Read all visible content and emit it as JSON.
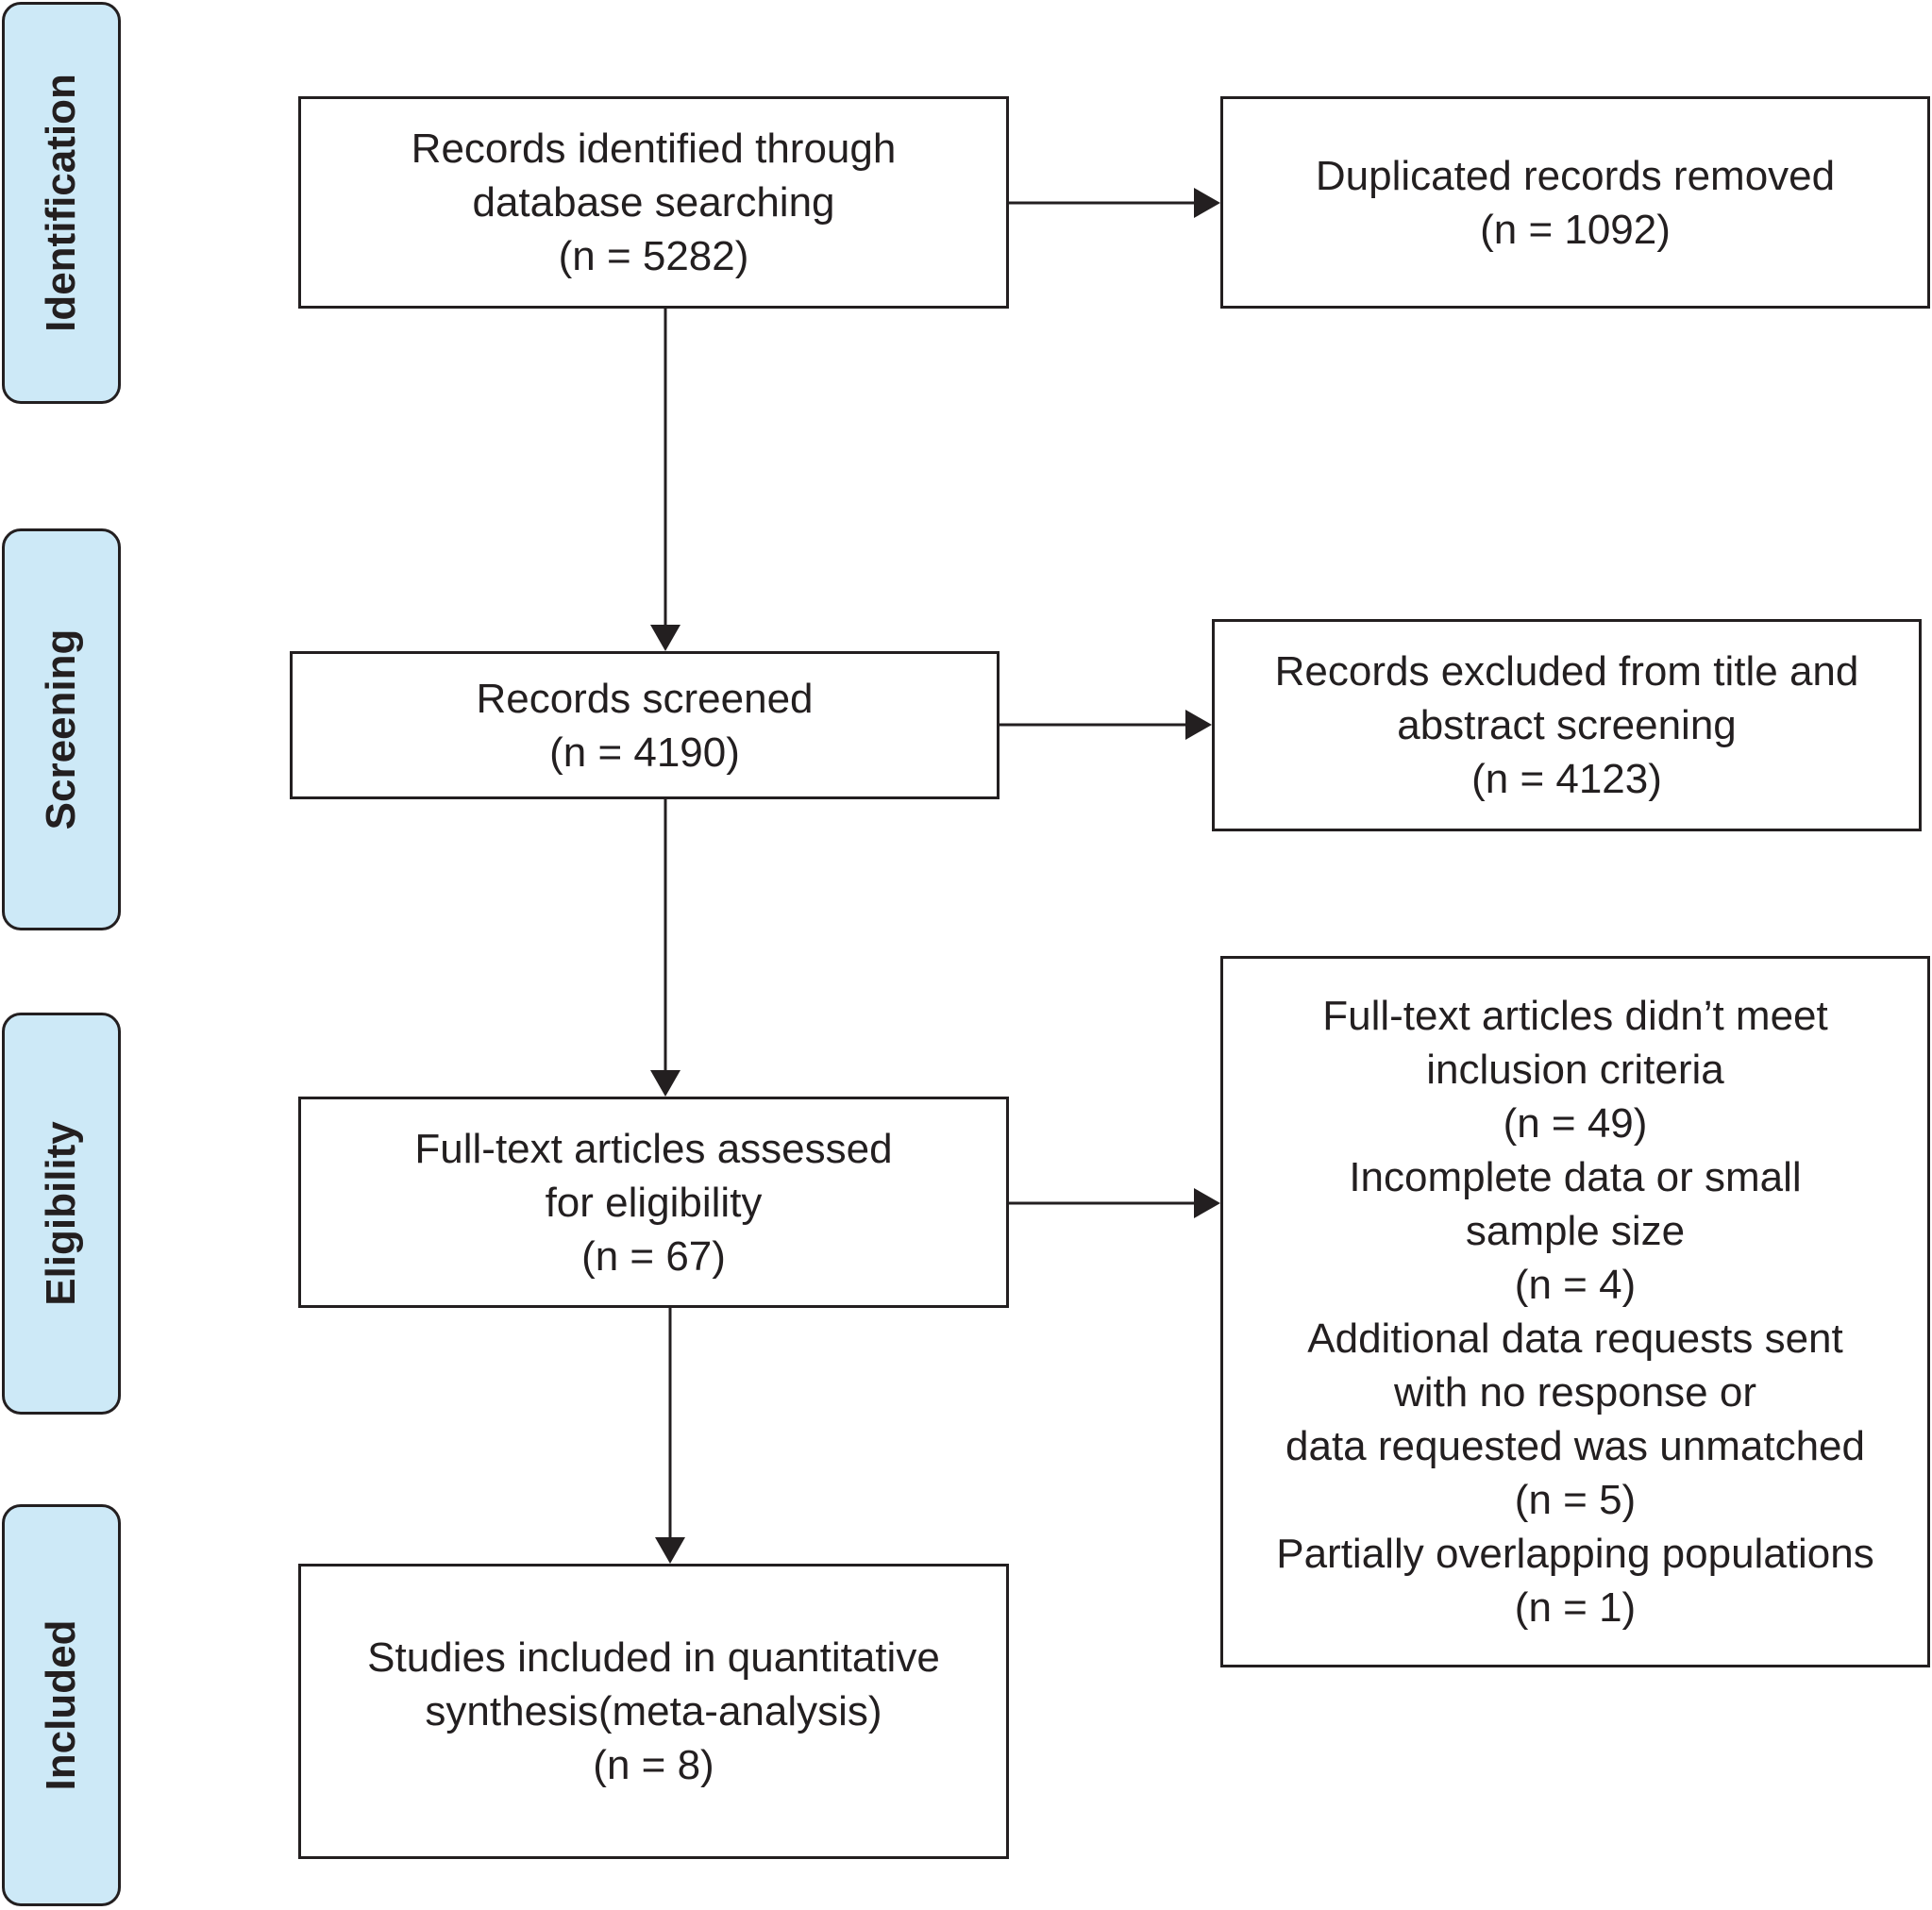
{
  "stages": [
    {
      "id": "identification",
      "label": "Identification"
    },
    {
      "id": "screening",
      "label": "Screening"
    },
    {
      "id": "eligibility",
      "label": "Eligibility"
    },
    {
      "id": "included",
      "label": "Included"
    }
  ],
  "boxes": {
    "records_identified": {
      "lines": [
        "Records identified through",
        "database searching",
        "(n = 5282)"
      ]
    },
    "duplicates_removed": {
      "lines": [
        "Duplicated records removed",
        "(n = 1092)"
      ]
    },
    "records_screened": {
      "lines": [
        "Records screened",
        "(n = 4190)"
      ]
    },
    "records_excluded": {
      "lines": [
        "Records excluded from title and",
        "abstract screening",
        "(n = 4123)"
      ]
    },
    "fulltext_assessed": {
      "lines": [
        "Full-text articles assessed",
        "for eligibility",
        "(n = 67)"
      ]
    },
    "fulltext_excluded": {
      "lines": [
        "Full-text articles didn’t meet",
        "inclusion criteria",
        "(n = 49)",
        "Incomplete data or small",
        "sample size",
        "(n = 4)",
        "Additional data requests sent",
        "with no response or",
        "data requested was unmatched",
        "(n = 5)",
        "Partially overlapping populations",
        "(n = 1)"
      ]
    },
    "studies_included": {
      "lines": [
        "Studies included in quantitative",
        "synthesis(meta-analysis)",
        "(n = 8)"
      ]
    }
  },
  "colors": {
    "stage_fill": "#cde9f7",
    "line": "#231f20"
  }
}
